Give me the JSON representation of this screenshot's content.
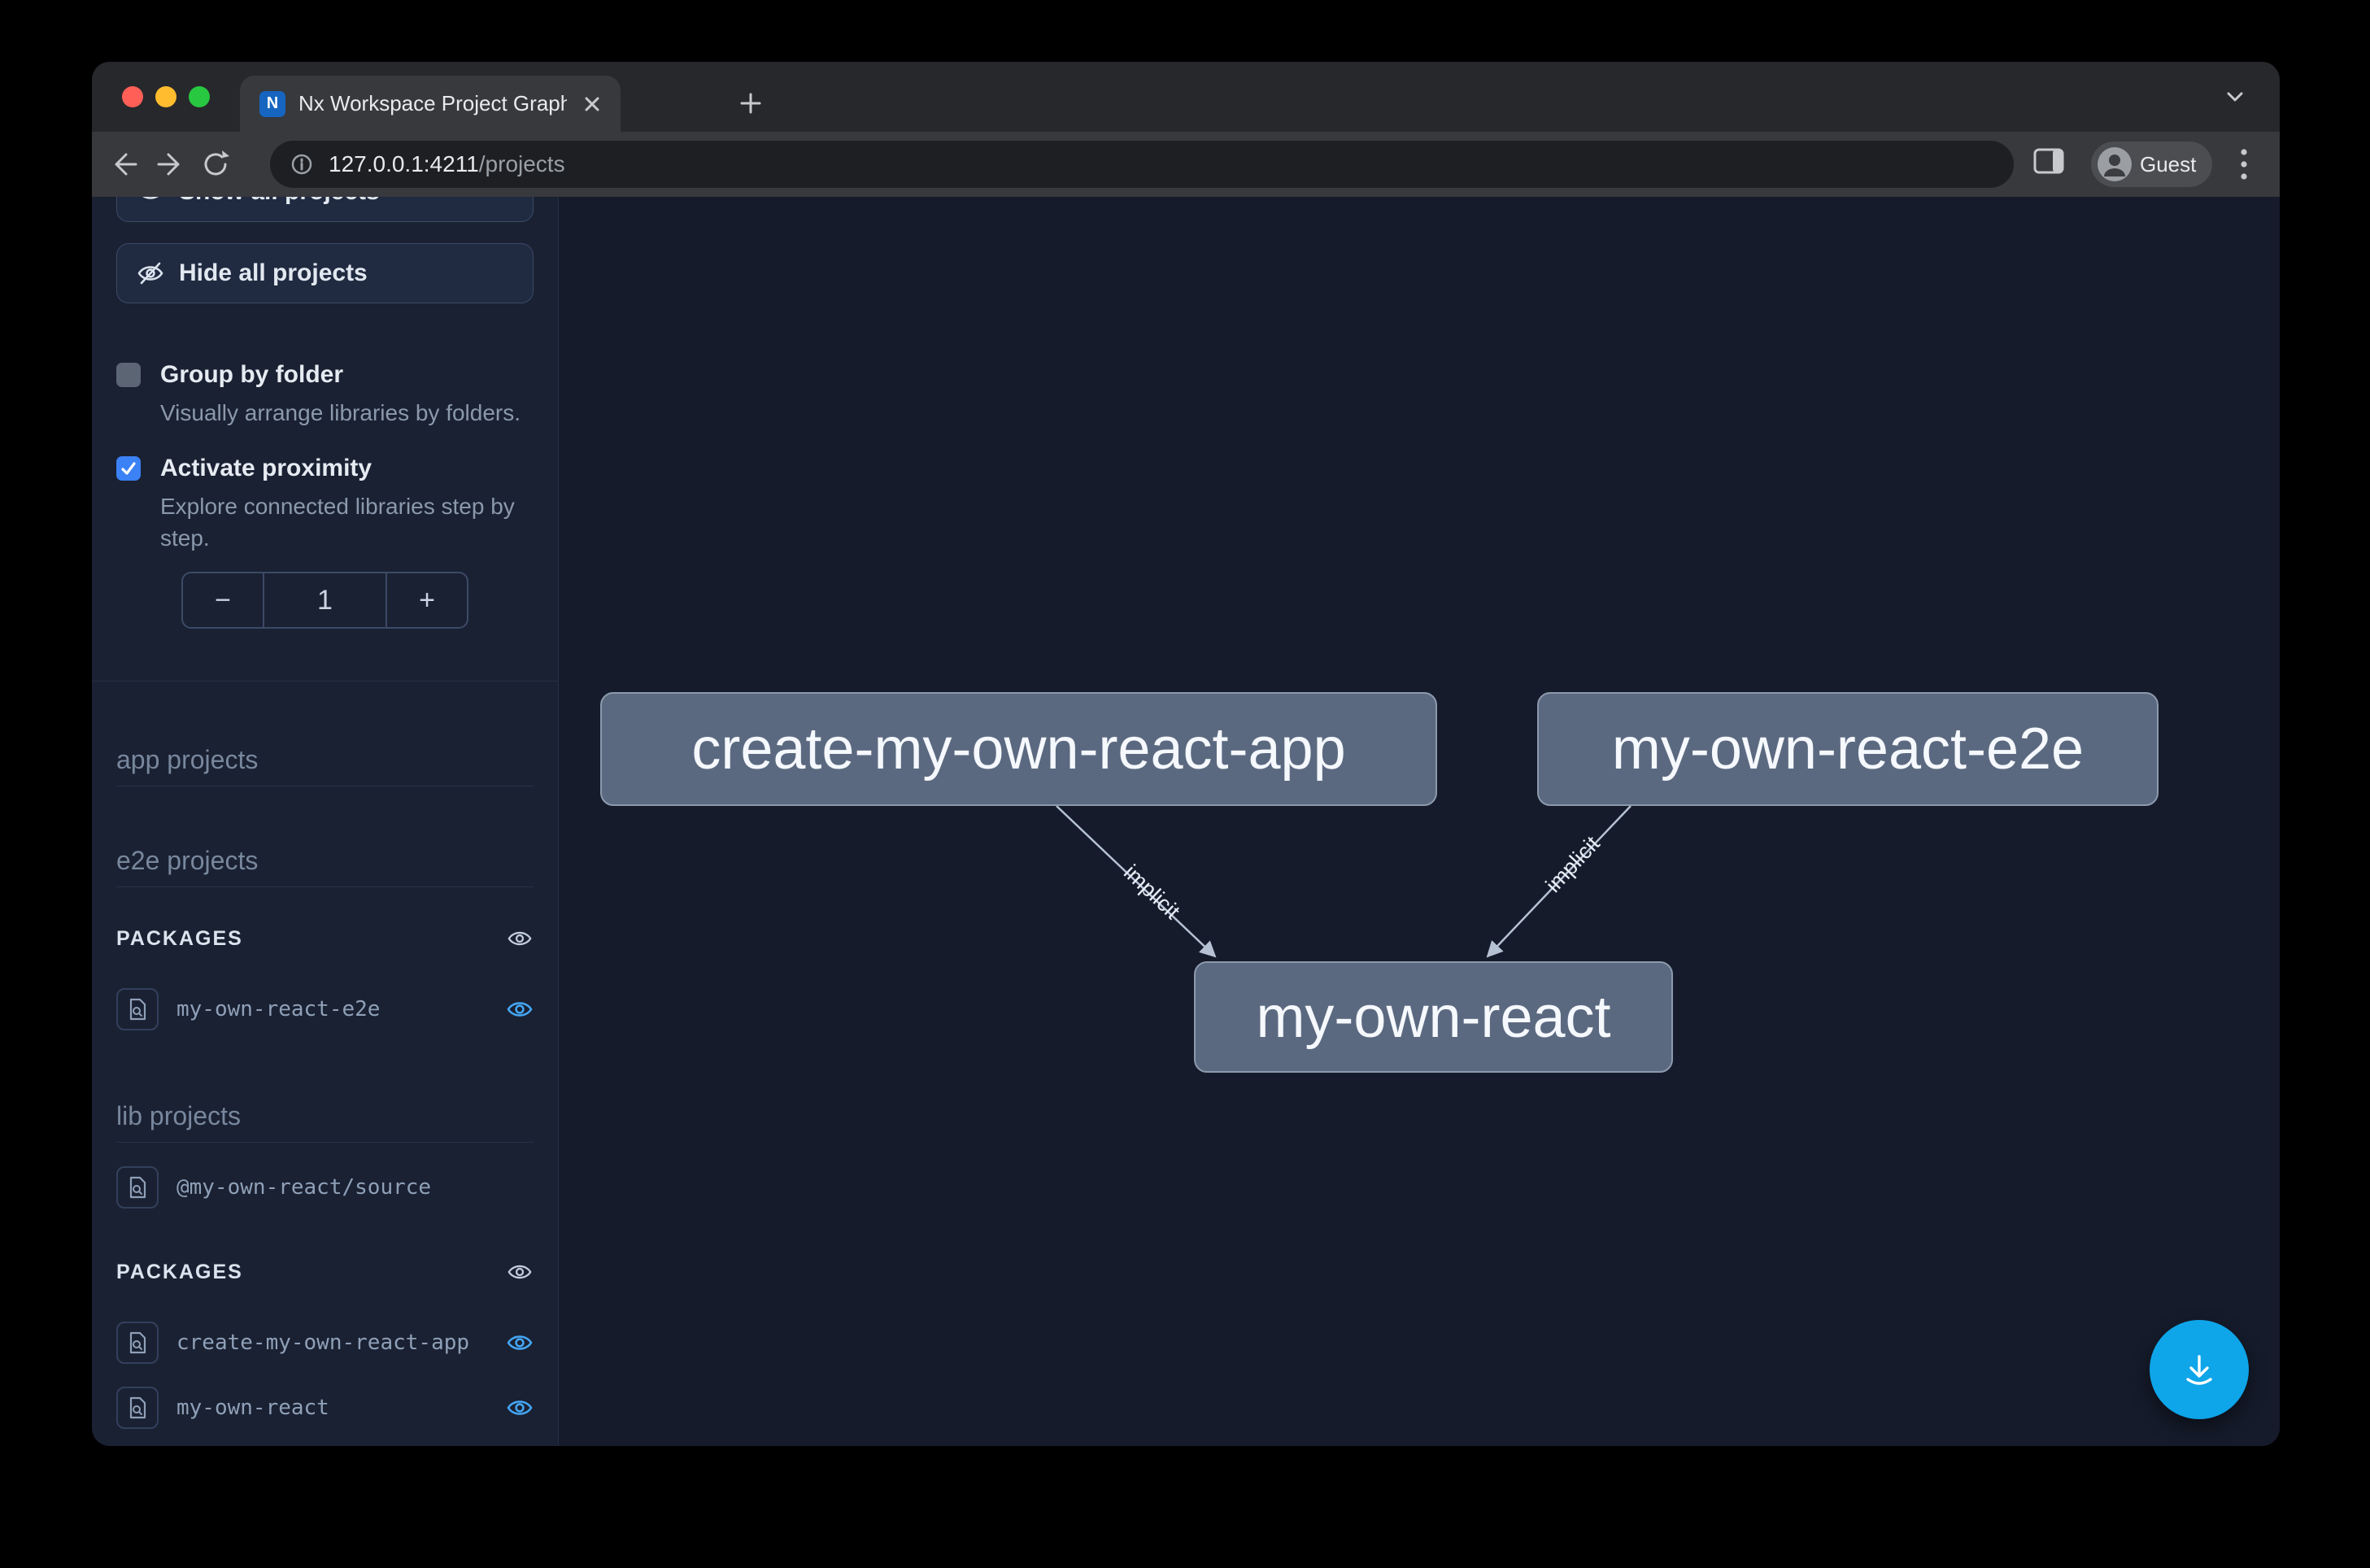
{
  "browser": {
    "tab_title": "Nx Workspace Project Graph",
    "favicon_letter": "N",
    "url_host": "127.0.0.1:4211",
    "url_path": "/projects",
    "profile_label": "Guest"
  },
  "sidebar": {
    "show_all_label": "Show all projects",
    "hide_all_label": "Hide all projects",
    "group_by_folder": {
      "label": "Group by folder",
      "description": "Visually arrange libraries by folders.",
      "checked": false
    },
    "activate_proximity": {
      "label": "Activate proximity",
      "description": "Explore connected libraries step by step.",
      "checked": true
    },
    "proximity": {
      "value": "1",
      "decrement": "−",
      "increment": "+"
    },
    "headings": {
      "app": "app projects",
      "e2e": "e2e projects",
      "lib": "lib projects"
    },
    "packages_label": "PACKAGES",
    "e2e_packages": [
      "my-own-react-e2e"
    ],
    "lib_items": [
      "@my-own-react/source"
    ],
    "lib_packages": [
      "create-my-own-react-app",
      "my-own-react"
    ]
  },
  "graph": {
    "nodes": [
      "create-my-own-react-app",
      "my-own-react-e2e",
      "my-own-react"
    ],
    "edges": [
      {
        "source": "create-my-own-react-app",
        "target": "my-own-react",
        "label": "implicit"
      },
      {
        "source": "my-own-react-e2e",
        "target": "my-own-react",
        "label": "implicit"
      }
    ]
  },
  "colors": {
    "accent_blue": "#3b82f6",
    "eye_toggle_blue": "#45a6f3",
    "fab_blue": "#0ea5e9",
    "node_fill": "#5b6980",
    "canvas_bg": "#151b2b",
    "sidebar_bg": "#1a2132"
  }
}
